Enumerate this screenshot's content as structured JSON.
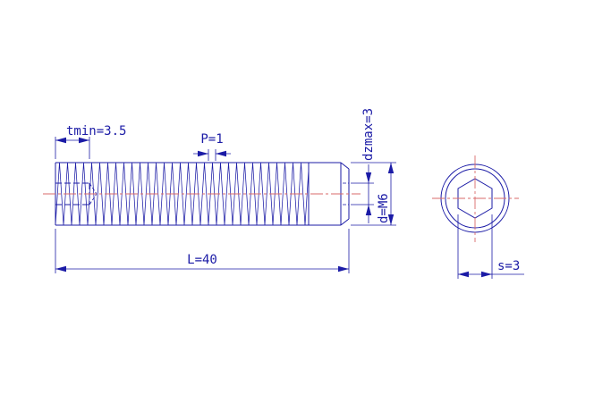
{
  "drawing": {
    "labels": {
      "tmin": "tmin=3.5",
      "pitch": "P=1",
      "dzmax": "dzmax=3",
      "diameter": "d=M6",
      "length": "L=40",
      "socket_width": "s=3"
    },
    "colors": {
      "linework": "#1b1ba6",
      "centerline": "#d96a6a",
      "background": "#ffffff"
    }
  }
}
